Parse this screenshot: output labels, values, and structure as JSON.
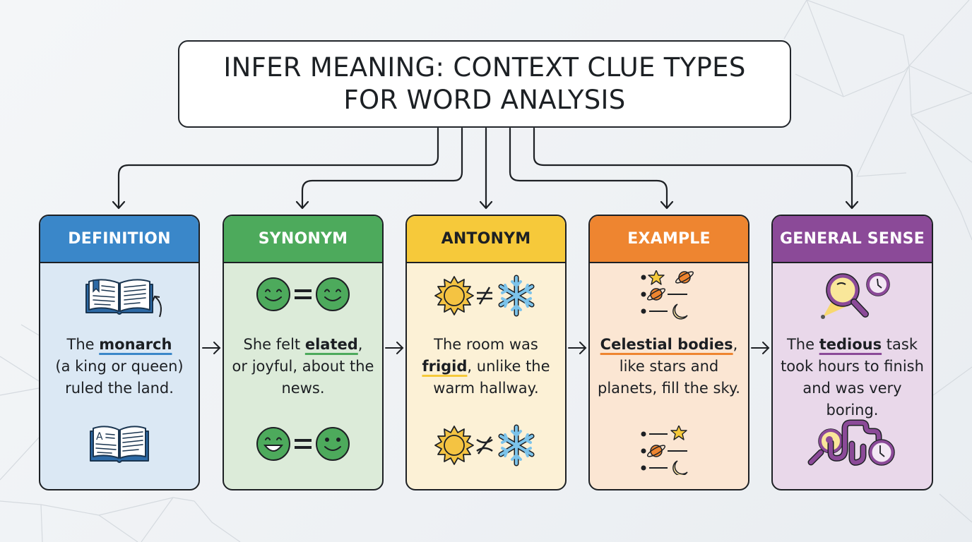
{
  "title": {
    "line1": "INFER MEANING: CONTEXT CLUE TYPES",
    "line2": "FOR WORD ANALYSIS"
  },
  "colors": {
    "definition_header": "#3a87c9",
    "definition_body": "#dbe8f4",
    "synonym_header": "#4daa5c",
    "synonym_body": "#dcebd9",
    "antonym_header": "#f6c93a",
    "antonym_body": "#fcf1d6",
    "example_header": "#ee8530",
    "example_body": "#fbe6d3",
    "general_header": "#8b4a98",
    "general_body": "#e9d8ea",
    "border": "#1d2024"
  },
  "cards": [
    {
      "id": "definition",
      "label": "DEFINITION",
      "sentence_pre": "The ",
      "keyword": "monarch",
      "sentence_post_inline": "",
      "sentence_rest": "(a king or queen) ruled the land.",
      "icon_top": "open-book-bookmark-icon",
      "icon_bottom": "open-book-letter-icon"
    },
    {
      "id": "synonym",
      "label": "SYNONYM",
      "sentence_pre": "She felt ",
      "keyword": "elated",
      "sentence_post_inline": ",",
      "sentence_rest": "or joyful, about the news.",
      "icon_top": "smiley-equals-smiley-icon",
      "icon_bottom": "grin-equals-smile-icon"
    },
    {
      "id": "antonym",
      "label": "ANTONYM",
      "sentence_pre": "The room was ",
      "keyword": "frigid",
      "sentence_post_inline": ", unlike the",
      "sentence_rest": "warm hallway.",
      "icon_top": "sun-not-equal-snowflake-icon",
      "icon_bottom": "sun-not-equivalent-snowflake-icon"
    },
    {
      "id": "example",
      "label": "EXAMPLE",
      "sentence_pre": "",
      "keyword": "Celestial bodies",
      "sentence_post_inline": ",",
      "sentence_rest": "like stars and planets, fill the sky.",
      "icon_top": "bulleted-star-planet-moon-list-icon",
      "icon_bottom": "bulleted-star-planet-moon-list-icon"
    },
    {
      "id": "general",
      "label": "GENERAL SENSE",
      "sentence_pre": "The ",
      "keyword": "tedious",
      "sentence_post_inline": " task",
      "sentence_rest": "took hours to finish and was very boring.",
      "icon_top": "magnifier-clock-icon",
      "icon_bottom": "magnifier-winding-path-clock-icon"
    }
  ],
  "side_arrows": [
    "right-arrow",
    "right-arrow",
    "right-arrow",
    "right-arrow"
  ]
}
